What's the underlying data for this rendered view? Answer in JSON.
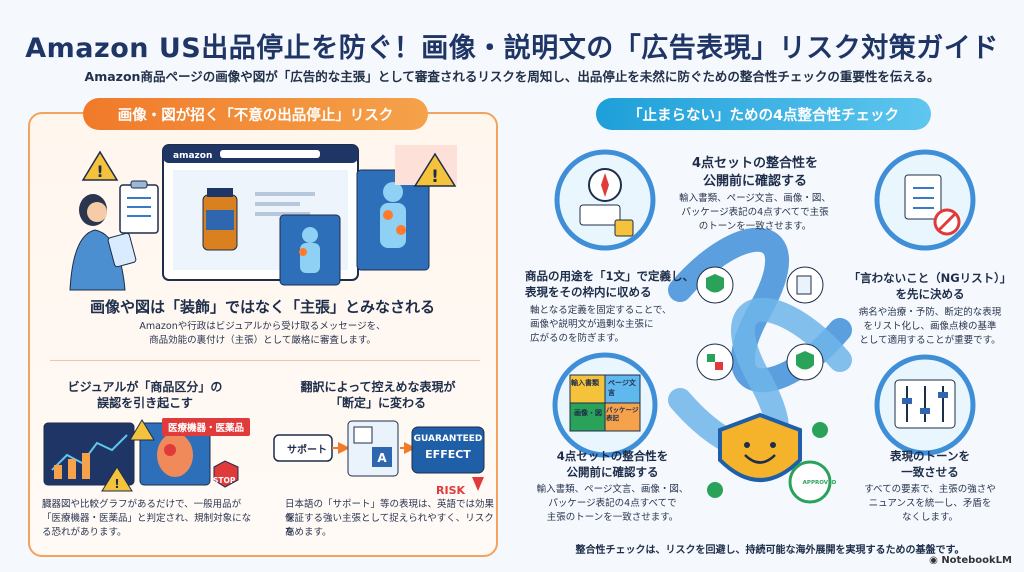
{
  "header": {
    "title": "Amazon US出品停止を防ぐ！画像・説明文の「広告表現」リスク対策ガイド",
    "subtitle": "Amazon商品ページの画像や図が「広告的な主張」として審査されるリスクを周知し、出品停止を未然に防ぐための整合性チェックの重要性を伝える。"
  },
  "left": {
    "heading": "画像・図が招く「不意の出品停止」リスク",
    "browser_brand": "amazon",
    "main_claim": "画像や図は「装飾」ではなく「主張」とみなされる",
    "main_desc_1": "Amazonや行政はビジュアルから受け取るメッセージを、",
    "main_desc_2": "商品効能の裏付け（主張）として厳格に審査します。",
    "sub1": {
      "title_1": "ビジュアルが「商品区分」の",
      "title_2": "誤認を引き起こす",
      "tag": "医療機器・医薬品",
      "stop": "STOP",
      "desc_1": "臓器図や比較グラフがあるだけで、一般用品が",
      "desc_2": "「医療機器・医薬品」と判定され、規制対象にな",
      "desc_3": "る恐れがあります。"
    },
    "sub2": {
      "title_1": "翻訳によって控えめな表現が",
      "title_2": "「断定」に変わる",
      "support": "サポート",
      "guaranteed_1": "GUARANTEED",
      "guaranteed_2": "EFFECT",
      "risk": "RISK",
      "desc_1": "日本語の「サポート」等の表現は、英語では効果を",
      "desc_2": "保証する強い主張として捉えられやすく、リスクを",
      "desc_3": "高めます。"
    }
  },
  "right": {
    "heading": "「止まらない」ための4点整合性チェック",
    "top": {
      "title_1": "4点セットの整合性を",
      "title_2": "公開前に確認する",
      "desc_1": "輸入書類、ページ文言、画像・図、",
      "desc_2": "パッケージ表記の4点すべてで主張",
      "desc_3": "のトーンを一致させます。"
    },
    "left_mid": {
      "title_1": "商品の用途を「1文」で定義し、",
      "title_2": "表現をその枠内に収める",
      "desc_1": "軸となる定義を固定することで、",
      "desc_2": "画像や説明文が過剰な主張に",
      "desc_3": "広がるのを防ぎます。"
    },
    "right_mid": {
      "title_1": "「言わないこと（NGリスト）」",
      "title_2": "を先に決める",
      "desc_1": "病名や治療・予防、断定的な表現",
      "desc_2": "をリスト化し、画像点検の基準",
      "desc_3": "として適用することが重要です。"
    },
    "left_bot": {
      "title_1": "4点セットの整合性を",
      "title_2": "公開前に確認する",
      "desc_1": "輸入書類、ページ文言、画像・図、",
      "desc_2": "パッケージ表記の4点すべてで",
      "desc_3": "主張のトーンを一致させます。"
    },
    "right_bot": {
      "title_1": "表現のトーンを",
      "title_2": "一致させる",
      "desc_1": "すべての要素で、主張の強さや",
      "desc_2": "ニュアンスを統一し、矛盾を",
      "desc_3": "なくします。"
    },
    "puzzle": {
      "p1": "輸入書類",
      "p2": "ページ文言",
      "p3": "画像・図",
      "p4": "パッケージ表記"
    },
    "approved": "APPROVED",
    "footer": "整合性チェックは、リスクを回避し、持続可能な海外展開を実現するための基盤です。"
  },
  "brand": "NotebookLM",
  "colors": {
    "orange": "#f07a2a",
    "blue": "#1e9fd8",
    "navy": "#1e3566",
    "red": "#e03a3a"
  }
}
